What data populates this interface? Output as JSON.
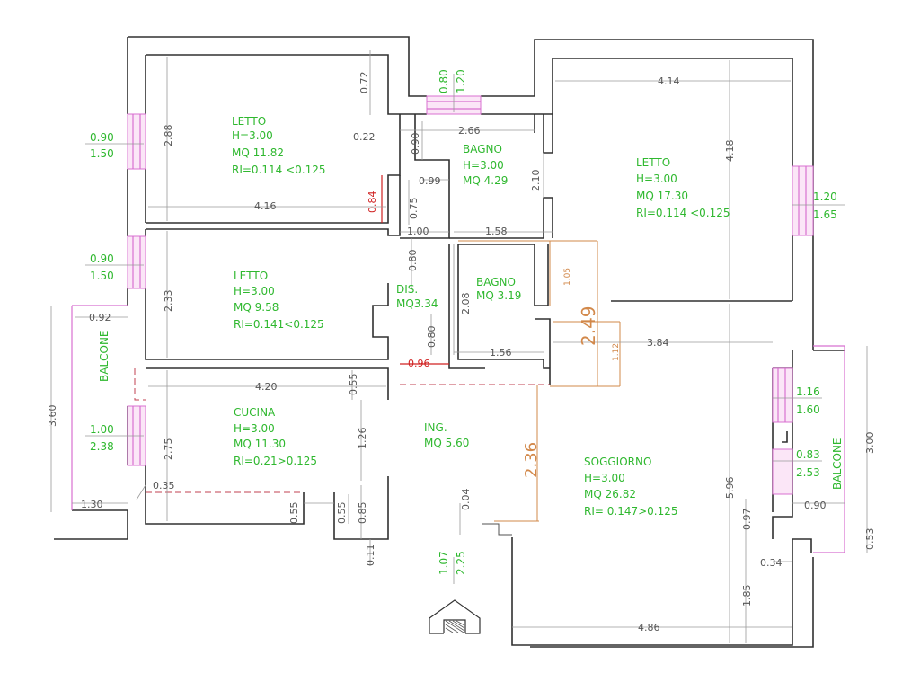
{
  "rooms": {
    "letto1": {
      "name": "LETTO",
      "height": "H=3.00",
      "area": "MQ 11.82",
      "ri": "RI=0.114 <0.125"
    },
    "letto2": {
      "name": "LETTO",
      "height": "H=3.00",
      "area": "MQ 9.58",
      "ri": "RI=0.141<0.125"
    },
    "cucina": {
      "name": "CUCINA",
      "height": "H=3.00",
      "area": "MQ 11.30",
      "ri": "RI=0.21>0.125"
    },
    "bagno1": {
      "name": "BAGNO",
      "height": "H=3.00",
      "area": "MQ 4.29"
    },
    "bagno2": {
      "name": "BAGNO",
      "area": "MQ 3.19"
    },
    "dis": {
      "name": "DIS.",
      "area": "MQ3.34"
    },
    "ing": {
      "name": "ING.",
      "area": "MQ 5.60"
    },
    "letto3": {
      "name": "LETTO",
      "height": "H=3.00",
      "area": "MQ 17.30",
      "ri": "RI=0.114 <0.125"
    },
    "soggiorno": {
      "name": "SOGGIORNO",
      "height": "H=3.00",
      "area": "MQ 26.82",
      "ri": "RI= 0.147>0.125"
    },
    "balcone_left": {
      "name": "BALCONE"
    },
    "balcone_right": {
      "name": "BALCONE"
    }
  },
  "windows": {
    "letto1": {
      "w": "0.90",
      "h": "1.50"
    },
    "letto2": {
      "w": "0.90",
      "h": "1.50"
    },
    "cucina": {
      "w": "1.00",
      "h": "2.38"
    },
    "bagno1": {
      "w": "0.80",
      "h": "1.20"
    },
    "letto3": {
      "w": "1.20",
      "h": "1.65"
    },
    "soggiorno_a": {
      "w": "1.16",
      "h": "1.60"
    },
    "soggiorno_b": {
      "w": "0.83",
      "h": "2.53"
    },
    "ingresso": {
      "w": "1.07",
      "h": "2.25"
    }
  },
  "dims_gray": {
    "d072": "0.72",
    "d288": "2.88",
    "d022": "0.22",
    "d416": "4.16",
    "d266": "2.66",
    "d090a": "0.90",
    "d099": "0.99",
    "d210": "2.10",
    "d075": "0.75",
    "d100": "1.00",
    "d158": "1.58",
    "d414": "4.14",
    "d418": "4.18",
    "d233": "2.33",
    "d080a": "0.80",
    "d208": "2.08",
    "d092": "0.92",
    "d360": "3.60",
    "d080b": "0.80",
    "d156": "1.56",
    "d384": "3.84",
    "d420": "4.20",
    "d055a": "0.55",
    "d275": "2.75",
    "d126": "1.26",
    "d035": "0.35",
    "d130": "1.30",
    "d055b": "0.55",
    "d055c": "0.55",
    "d085": "0.85",
    "d011": "0.11",
    "d004": "0.04",
    "d596": "5.96",
    "d097": "0.97",
    "d090b": "0.90",
    "d300": "3.00",
    "d053": "0.53",
    "d034": "0.34",
    "d185": "1.85",
    "d486": "4.86"
  },
  "dims_red": {
    "d084": "0.84",
    "d096": "0.96"
  },
  "dims_orange": {
    "d249": "2.49",
    "d105": "1.05",
    "d112": "1.12",
    "d236": "2.36"
  }
}
